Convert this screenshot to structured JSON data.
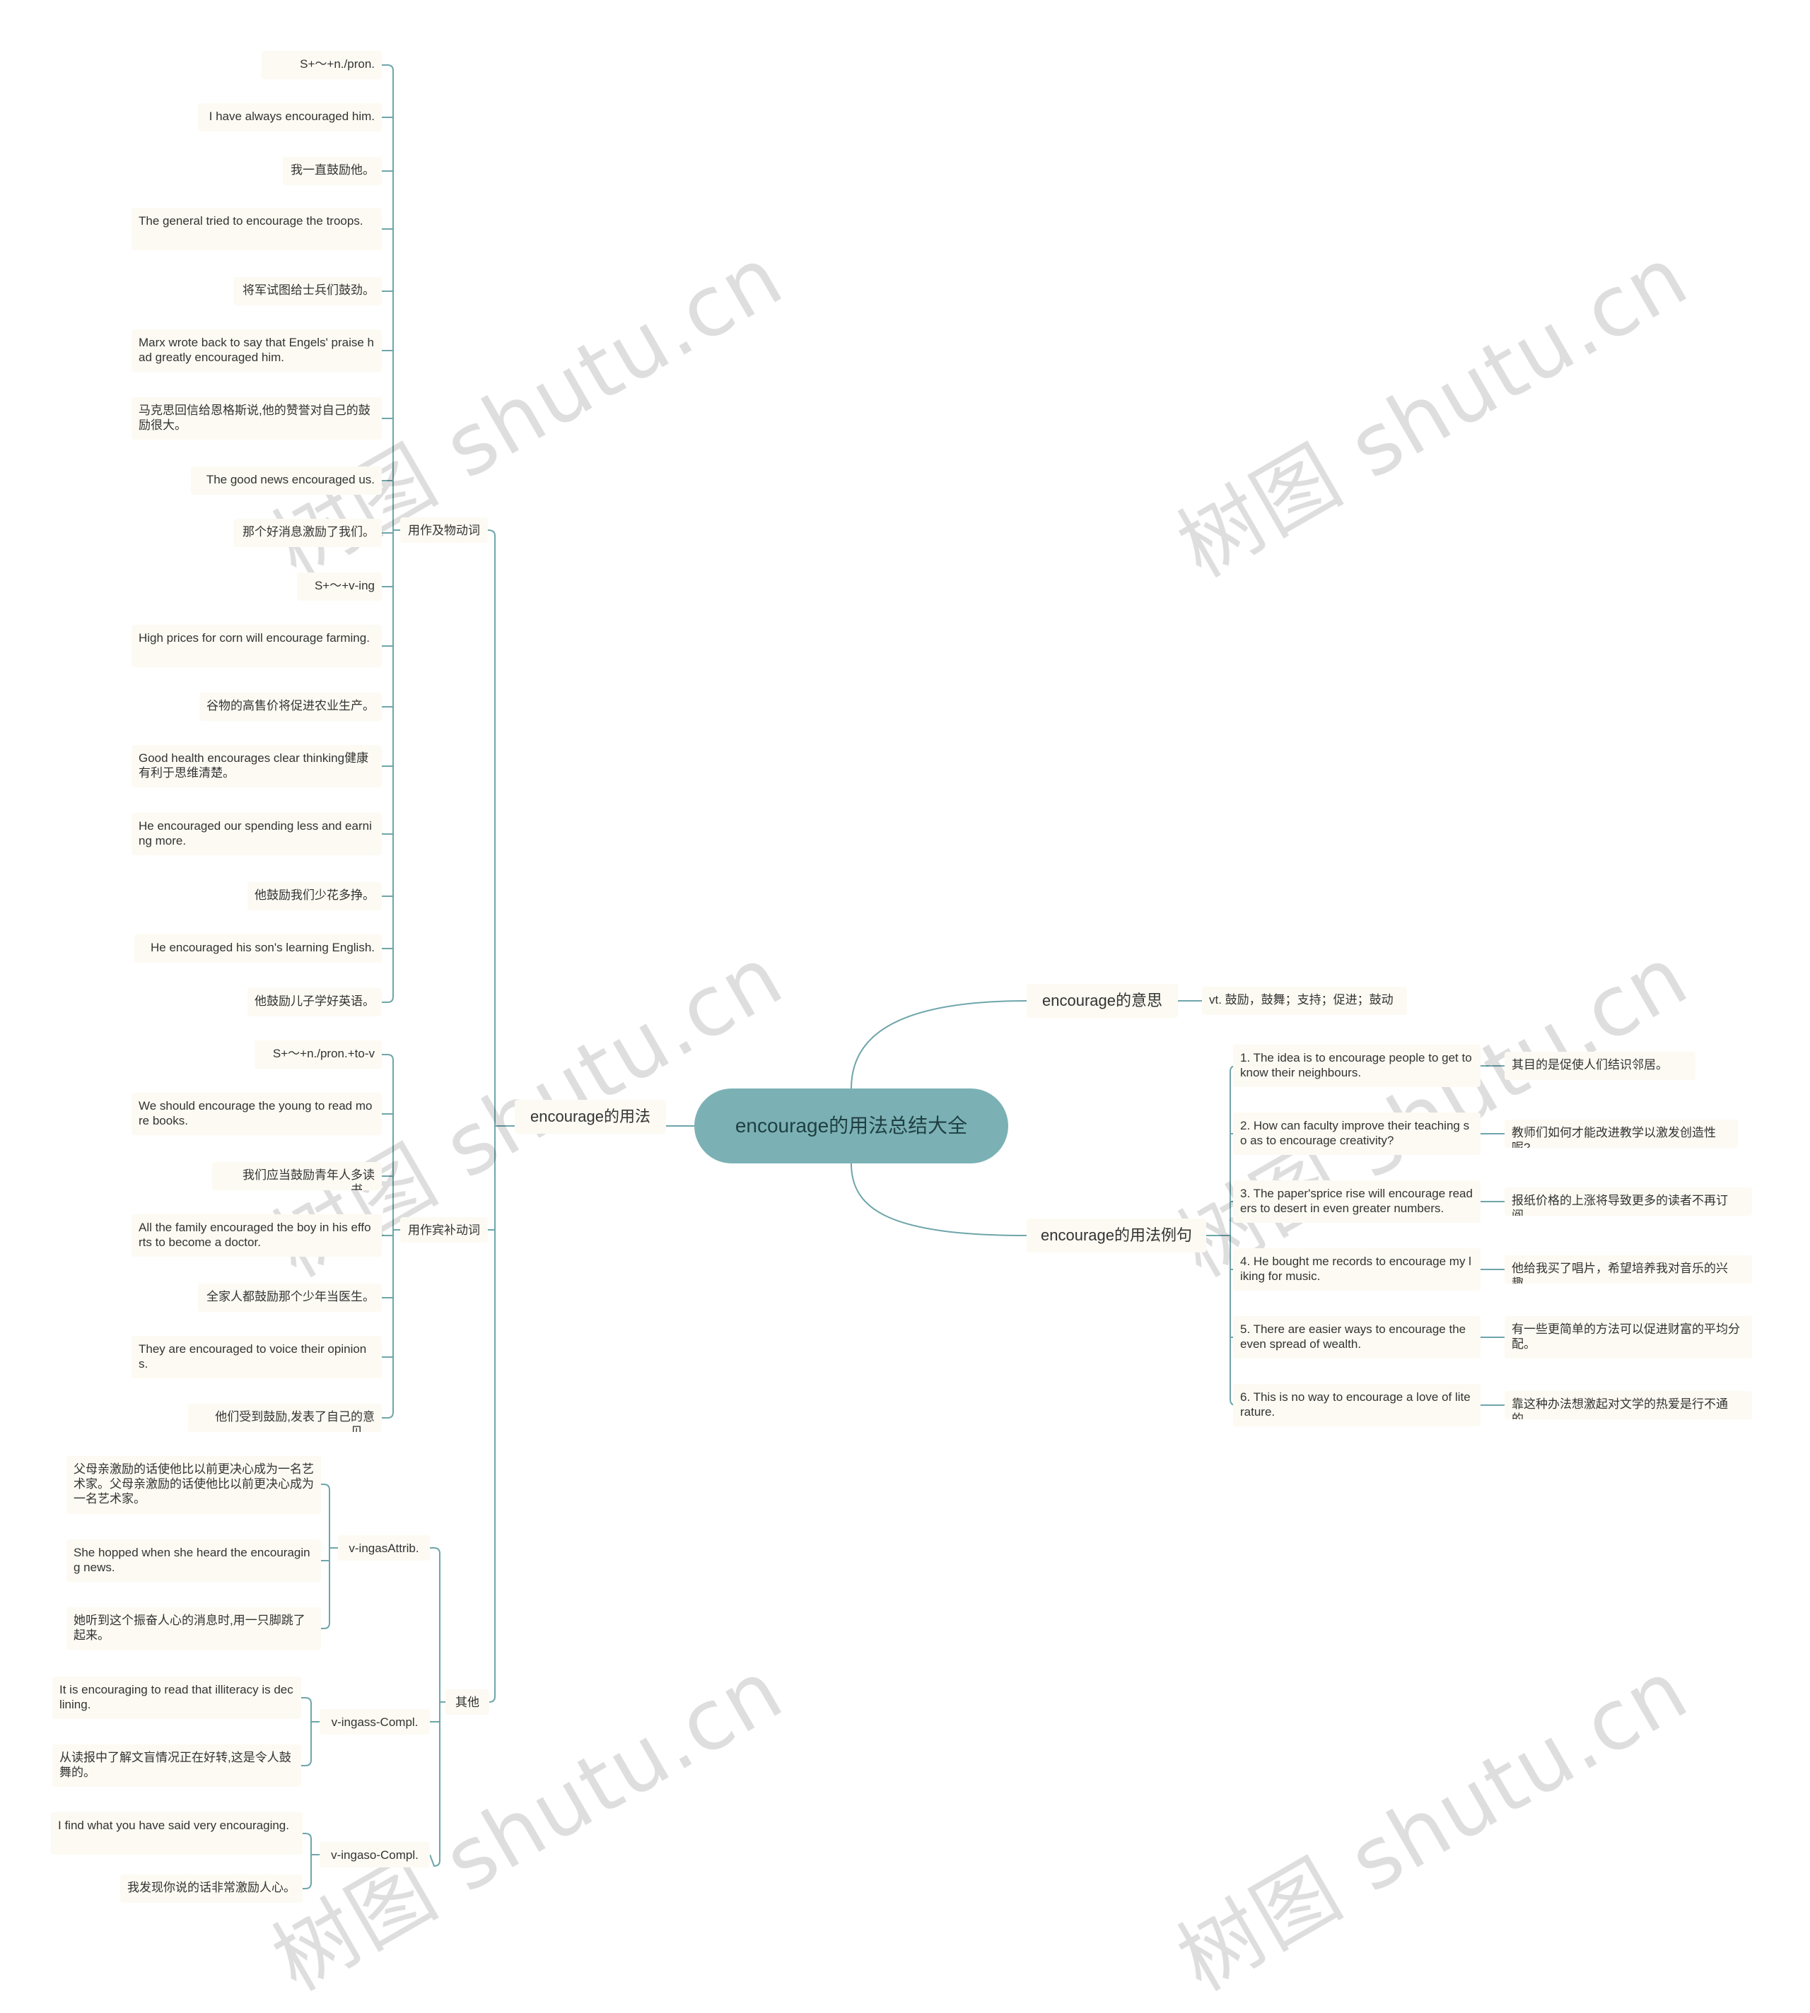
{
  "root": {
    "label": "encourage的用法总结大全"
  },
  "branches": {
    "meaning": {
      "label": "encourage的意思",
      "definition": "vt. 鼓励，鼓舞；支持；促进；鼓动"
    },
    "examples": {
      "label": "encourage的用法例句",
      "items": [
        {
          "en": "1. The idea is to encourage people to get to know their neighbours.",
          "zh": "其目的是促使人们结识邻居。"
        },
        {
          "en": "2. How can faculty improve their teaching so as to encourage creativity?",
          "zh": "教师们如何才能改进教学以激发创造性呢?"
        },
        {
          "en": "3. The paper'sprice rise will encourage readers to desert in even greater numbers.",
          "zh": "报纸价格的上涨将导致更多的读者不再订阅。"
        },
        {
          "en": "4. He bought me records to encourage my liking for music.",
          "zh": "他给我买了唱片，希望培养我对音乐的兴趣。"
        },
        {
          "en": "5. There are easier ways to encourage the even spread of wealth.",
          "zh": "有一些更简单的方法可以促进财富的平均分配。"
        },
        {
          "en": "6. This is no way to encourage a love of literature.",
          "zh": "靠这种办法想激起对文学的热爱是行不通的。"
        }
      ]
    },
    "usage": {
      "label": "encourage的用法",
      "transitive": {
        "label": "用作及物动词",
        "items": [
          "S+～+n./pron.",
          "I have always encouraged him.",
          "我一直鼓励他。",
          "The general tried to encourage the troops.",
          "将军试图给士兵们鼓劲。",
          "Marx wrote back to say that Engels' praise had greatly encouraged him.",
          "马克思回信给恩格斯说,他的赞誉对自己的鼓励很大。",
          "The good news encouraged us.",
          "那个好消息激励了我们。",
          "S+～+v-ing",
          "High prices for corn will encourage farming.",
          "谷物的高售价将促进农业生产。",
          "Good health encourages clear thinking健康有利于思维清楚。",
          "He encouraged our spending less and earning more.",
          "他鼓励我们少花多挣。",
          "He encouraged his son's learning English.",
          "他鼓励儿子学好英语。"
        ]
      },
      "complement": {
        "label": "用作宾补动词",
        "items": [
          "S+～+n./pron.+to-v",
          "We should encourage the young to read more books.",
          "我们应当鼓励青年人多读书。",
          "All the family encouraged the boy in his efforts to become a doctor.",
          "全家人都鼓励那个少年当医生。",
          "They are encouraged to voice their opinions.",
          "他们受到鼓励,发表了自己的意见。"
        ]
      },
      "other": {
        "label": "其他",
        "groups": [
          {
            "label": "v-ingasAttrib.",
            "items": [
              "父母亲激励的话使他比以前更决心成为一名艺术家。父母亲激励的话使他比以前更决心成为一名艺术家。",
              "She hopped when she heard the encouraging news.",
              "她听到这个振奋人心的消息时,用一只脚跳了起来。"
            ]
          },
          {
            "label": "v-ingass-Compl.",
            "items": [
              "It is encouraging to read that illiteracy is declining.",
              "从读报中了解文盲情况正在好转,这是令人鼓舞的。"
            ]
          },
          {
            "label": "v-ingaso-Compl.",
            "items": [
              "I find what you have said very encouraging.",
              "我发现你说的话非常激励人心。"
            ]
          }
        ]
      }
    }
  },
  "watermark": "树图 shutu.cn",
  "colors": {
    "line": "#6ea5aa",
    "root_fill": "#7bb1b5",
    "node_fill": "#fcfaf2",
    "text": "#333333"
  }
}
